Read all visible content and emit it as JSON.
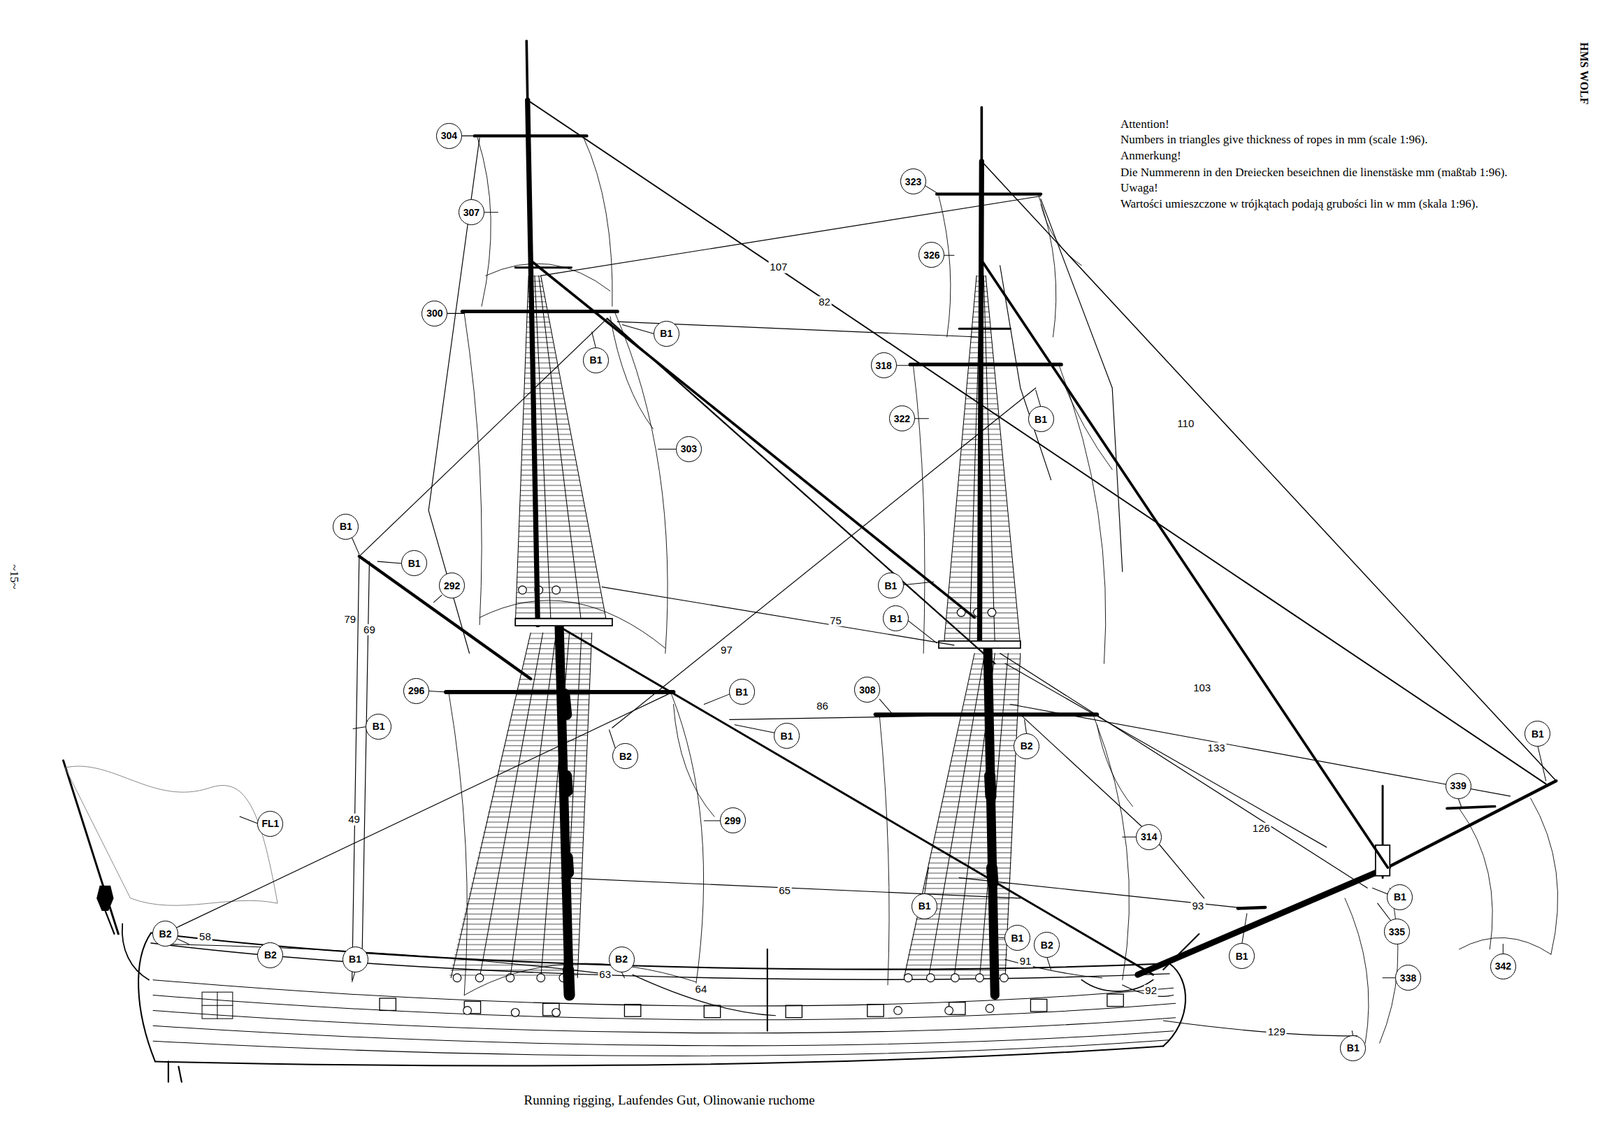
{
  "diagram": {
    "caption": "Running rigging, Laufendes Gut, Olinowanie ruchome",
    "nodes": [
      {
        "text": [
          "304"
        ]
      },
      {
        "text": [
          "323"
        ]
      },
      {
        "text": [
          "307"
        ]
      },
      {
        "text": [
          "326"
        ]
      },
      {
        "text": [
          "300"
        ]
      },
      {
        "text": [
          "B1"
        ]
      },
      {
        "text": [
          "B1"
        ]
      },
      {
        "text": [
          "318"
        ]
      },
      {
        "text": [
          "322"
        ]
      },
      {
        "text": [
          "B1"
        ]
      },
      {
        "text": [
          "303"
        ]
      },
      {
        "text": [
          "B1"
        ]
      },
      {
        "text": [
          "B1"
        ]
      },
      {
        "text": [
          "292"
        ]
      },
      {
        "text": [
          "B1"
        ]
      },
      {
        "text": [
          "B1"
        ]
      },
      {
        "text": [
          "308"
        ]
      },
      {
        "text": [
          "296"
        ]
      },
      {
        "text": [
          "B1"
        ]
      },
      {
        "text": [
          "B1"
        ]
      },
      {
        "text": [
          "B1"
        ]
      },
      {
        "text": [
          "B1"
        ]
      },
      {
        "text": [
          "B2"
        ]
      },
      {
        "text": [
          "B2"
        ]
      },
      {
        "text": [
          "339"
        ]
      },
      {
        "text": [
          "299"
        ]
      },
      {
        "text": [
          "FL1"
        ]
      },
      {
        "text": [
          "314"
        ]
      },
      {
        "text": [
          "B1"
        ]
      },
      {
        "text": [
          "B1"
        ]
      },
      {
        "text": [
          "335"
        ]
      },
      {
        "text": [
          "B2"
        ]
      },
      {
        "text": [
          "B1"
        ]
      },
      {
        "text": [
          "B2"
        ]
      },
      {
        "text": [
          "B2"
        ]
      },
      {
        "text": [
          "B1"
        ]
      },
      {
        "text": [
          "B1"
        ]
      },
      {
        "text": [
          "B2"
        ]
      },
      {
        "text": [
          "342"
        ]
      },
      {
        "text": [
          "338"
        ]
      },
      {
        "text": [
          "B1"
        ]
      }
    ],
    "labels": [
      "HMS WOLF",
      "Attention!",
      "Numbers in triangles give thickness of ropes in mm (scale 1:96).",
      "Anmerkung!",
      "Die Nummerenn in den Dreiecken beseichnen die linenstäske mm (maßtab 1:96).",
      "Uwaga!",
      "Wartości umieszczone w trójkątach podają grubości lin w mm (skala 1:96).",
      "~15~",
      "107",
      "82",
      "110",
      "79",
      "69",
      "75",
      "97",
      "103",
      "86",
      "133",
      "49",
      "126",
      "65",
      "93",
      "58",
      "91",
      "63",
      "64",
      "92",
      "129"
    ]
  }
}
